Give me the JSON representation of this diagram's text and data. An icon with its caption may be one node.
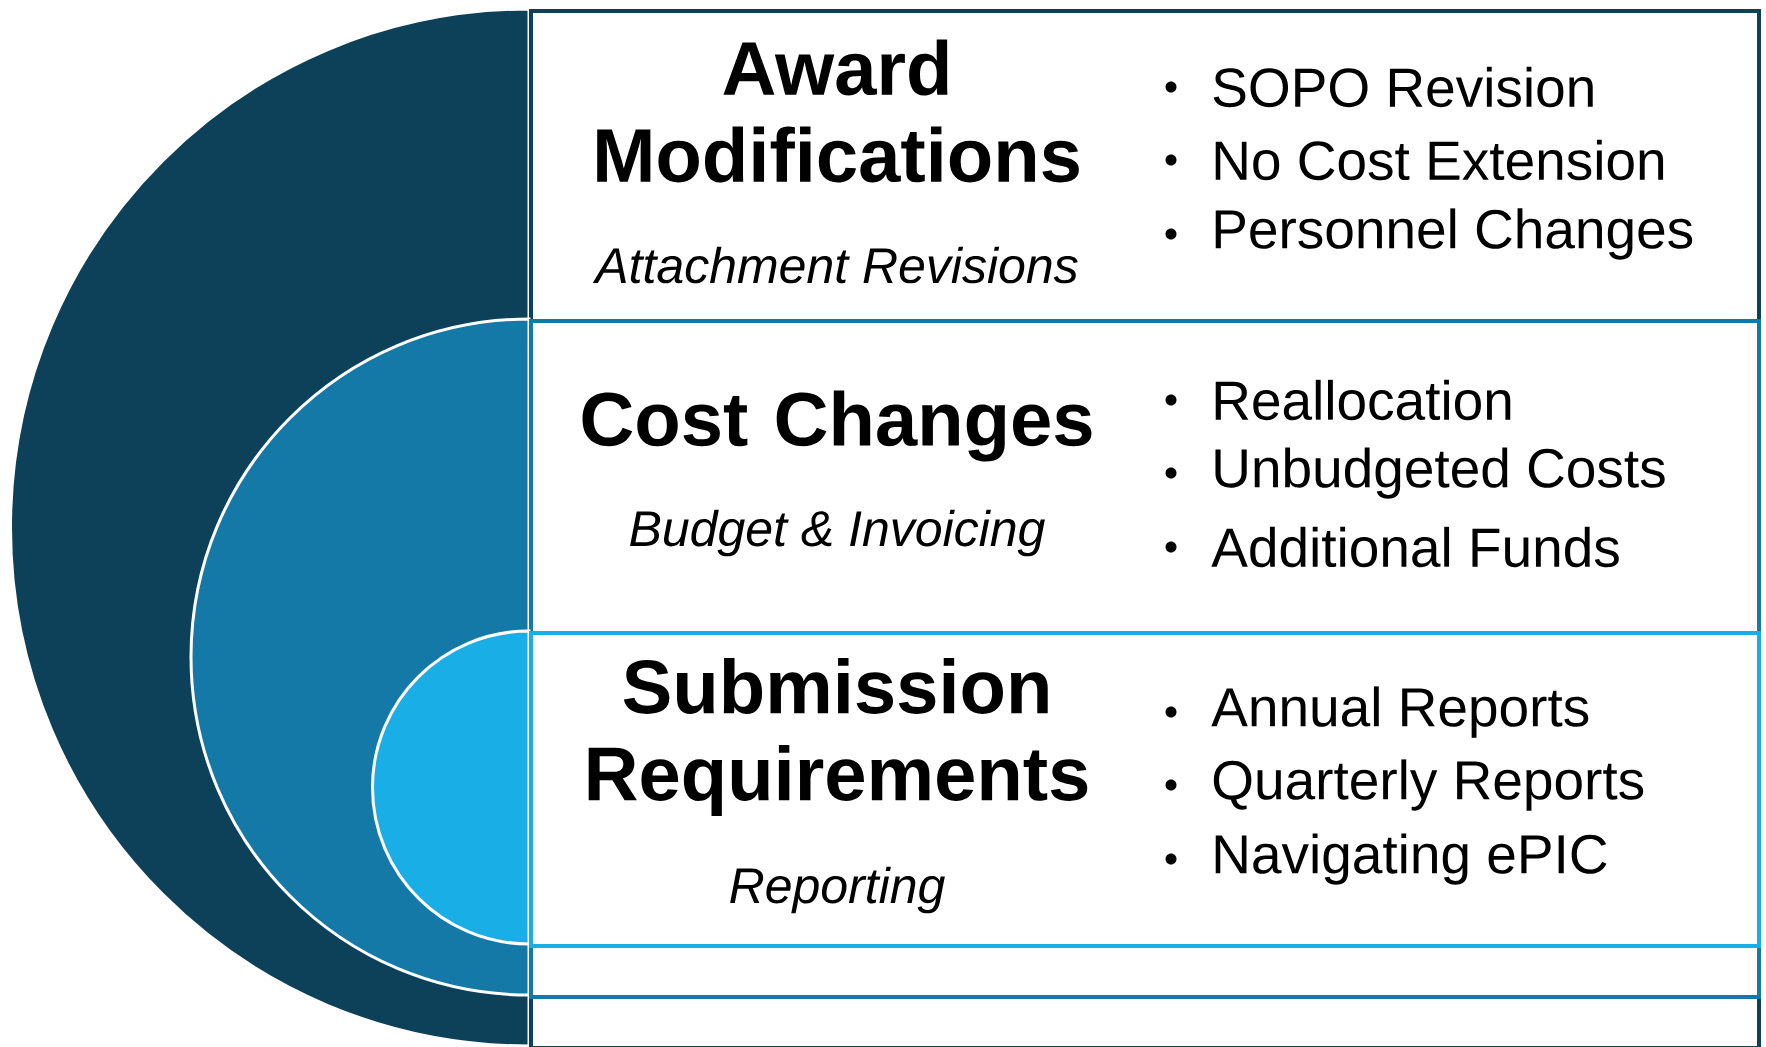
{
  "diagram": {
    "nodes": [
      {
        "text": [
          "Award Modifications",
          "*Attachment Revisions*",
          "SOPO Revision",
          "No Cost Extension",
          "Personnel Changes"
        ]
      },
      {
        "text": [
          "Cost Changes",
          "*Budget & Invoicing*",
          "Reallocation",
          "Unbudgeted Costs",
          "Additional Funds"
        ],
        "in": 0
      },
      {
        "text": [
          "Submission Requirements",
          "*Reporting*",
          "Annual Reports",
          "Quarterly Reports",
          "Navigating ePIC"
        ],
        "in": 1
      }
    ]
  }
}
